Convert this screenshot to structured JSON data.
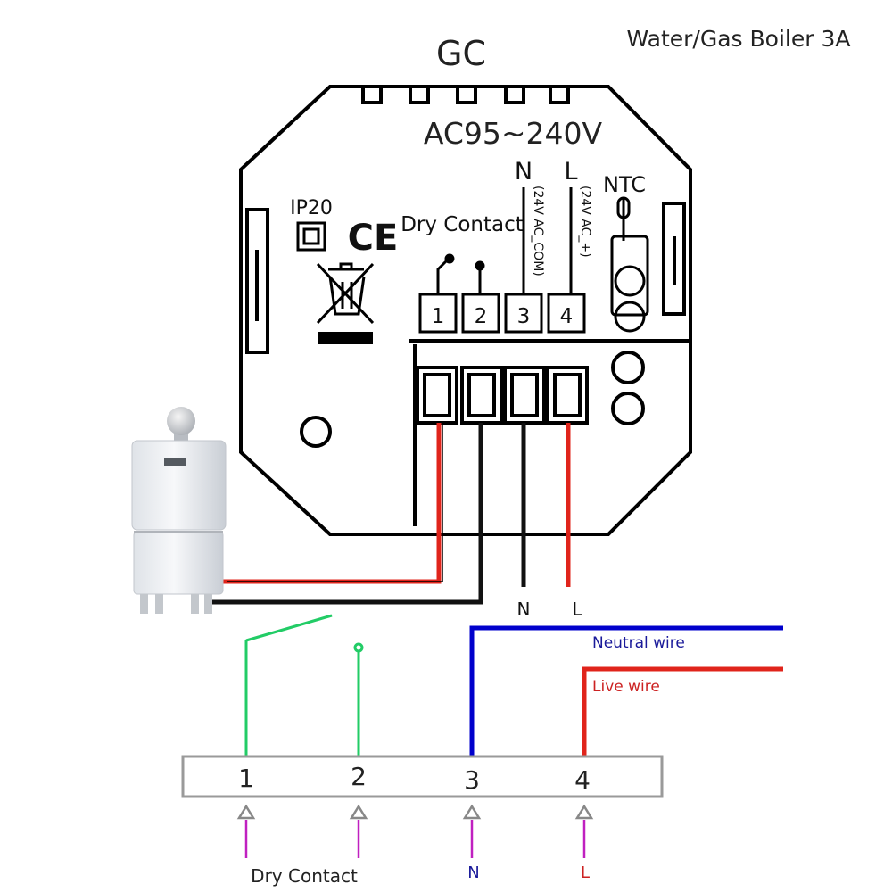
{
  "header": {
    "model": "GC",
    "rating": "Water/Gas Boiler 3A"
  },
  "device": {
    "voltage": "AC95~240V",
    "ip_rating": "IP20",
    "ce_mark": "CE",
    "dry_contact_label": "Dry Contact",
    "n_label": "N",
    "l_label": "L",
    "ntc_label": "NTC",
    "n_sub": "(24V AC_COM)",
    "l_sub": "(24V AC_+)",
    "terminals": [
      "1",
      "2",
      "3",
      "4"
    ]
  },
  "wire_labels": {
    "n": "N",
    "l": "L"
  },
  "wiring": {
    "neutral_wire": "Neutral wire",
    "live_wire": "Live wire",
    "terminals": [
      "1",
      "2",
      "3",
      "4"
    ],
    "bottom_dry_contact": "Dry Contact",
    "bottom_n": "N",
    "bottom_l": "L"
  },
  "colors": {
    "red_wire": "#e0241b",
    "black_wire": "#111111",
    "blue_wire": "#0000cc",
    "green_wire": "#22cc66",
    "magenta": "#c020c0",
    "arrow_gray": "#888888",
    "neutral_label": "#1a1a9a",
    "live_label": "#cc2222"
  }
}
